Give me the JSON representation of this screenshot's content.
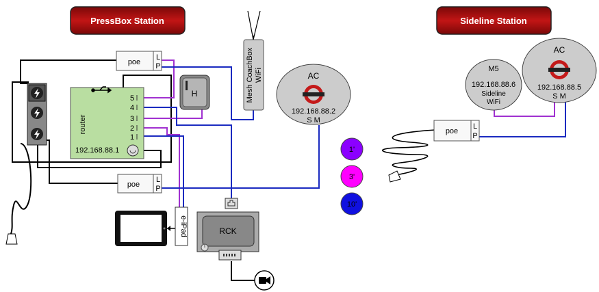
{
  "pressbox": {
    "title": "PressBox Station"
  },
  "sideline": {
    "title": "Sideline Station"
  },
  "poe_top": {
    "label": "poe",
    "port_l": "L",
    "port_p": "P"
  },
  "poe_bottom": {
    "label": "poe",
    "port_l": "L",
    "port_p": "P"
  },
  "poe_sideline": {
    "label": "poe",
    "port_l": "L",
    "port_p": "P"
  },
  "router": {
    "label": "router",
    "ip": "192.168.88.1",
    "ports": [
      "5",
      "4",
      "3",
      "2",
      "1"
    ]
  },
  "hub": {
    "label": "H"
  },
  "mesh": {
    "line1": "Mesh CoachBox",
    "line2": "WiFi"
  },
  "ac_pressbox": {
    "label": "AC",
    "ip": "192.168.88.2",
    "sm": "S M"
  },
  "ac_sideline": {
    "label": "AC",
    "ip": "192.168.88.5",
    "sm": "S M"
  },
  "m5": {
    "label": "M5",
    "ip": "192.168.88.6",
    "line1": "Sideline",
    "line2": "WiFi"
  },
  "legend": [
    {
      "label": "1'",
      "color": "#8B00FF"
    },
    {
      "label": "3'",
      "color": "#FF00FF"
    },
    {
      "label": "10'",
      "color": "#1010E0"
    }
  ],
  "ipad": {
    "label": "e-iPad"
  },
  "rck": {
    "label": "RCK"
  },
  "colors": {
    "title_bg": "#A01010",
    "router_bg": "#B9DEA1",
    "purple_wire": "#B040E0",
    "blue_wire": "#2030C0",
    "black_wire": "#000000"
  }
}
